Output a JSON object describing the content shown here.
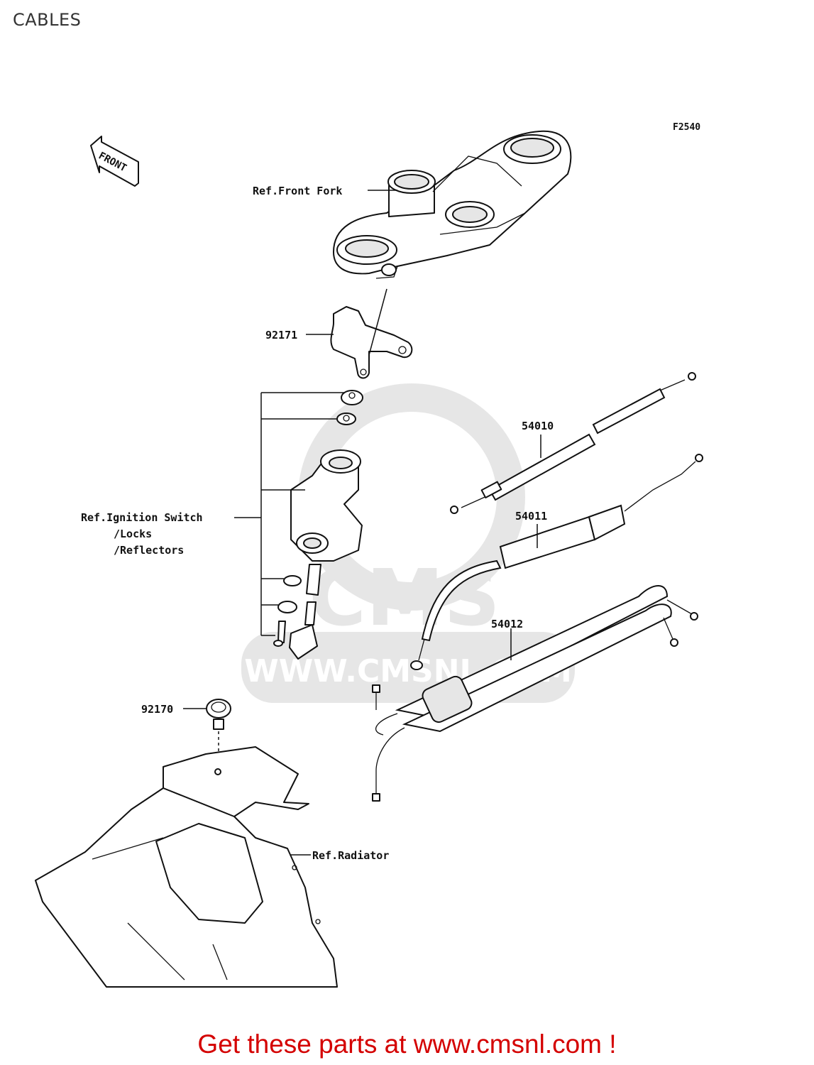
{
  "page": {
    "title": "CABLES"
  },
  "diagram": {
    "figure_code": "F2540",
    "front_label": "FRONT",
    "watermark": {
      "logo_text": "CMS",
      "url_text": "WWW.CMSNL.COM"
    },
    "callouts": {
      "front_fork": "Ref.Front Fork",
      "part_92171": "92171",
      "ignition_line1": "Ref.Ignition Switch",
      "ignition_line2": "/Locks",
      "ignition_line3": "/Reflectors",
      "part_54010": "54010",
      "part_54011": "54011",
      "part_54012": "54012",
      "part_92170": "92170",
      "radiator": "Ref.Radiator"
    }
  },
  "footer": {
    "cta": "Get these parts at www.cmsnl.com !"
  }
}
